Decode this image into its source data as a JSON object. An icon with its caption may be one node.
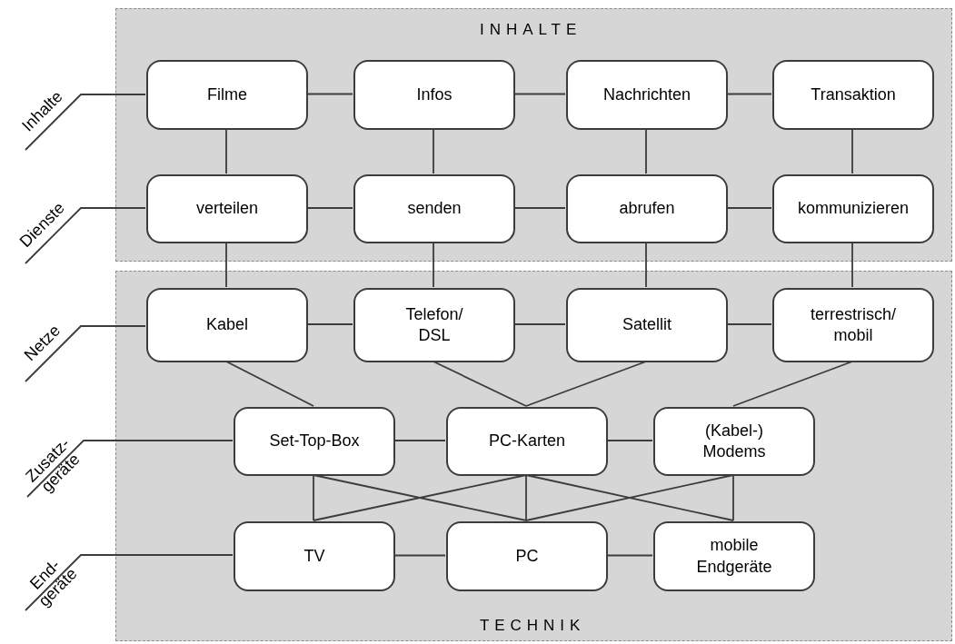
{
  "diagram": {
    "nodes": [
      {
        "text": [
          "INHALTE"
        ]
      },
      {
        "text": [
          "Filme"
        ],
        "in": 0
      },
      {
        "text": [
          "Infos"
        ],
        "in": 0
      },
      {
        "text": [
          "Nachrichten"
        ],
        "in": 0
      },
      {
        "text": [
          "Transaktion"
        ],
        "in": 0
      },
      {
        "text": [
          "verteilen"
        ],
        "in": 0
      },
      {
        "text": [
          "senden"
        ],
        "in": 0
      },
      {
        "text": [
          "abrufen"
        ],
        "in": 0
      },
      {
        "text": [
          "kommunizieren"
        ],
        "in": 0
      },
      {
        "text": [
          "TECHNIK"
        ]
      },
      {
        "text": [
          "Kabel"
        ],
        "in": 9
      },
      {
        "text": [
          "Telefon/ DSL"
        ],
        "in": 9
      },
      {
        "text": [
          "Satellit"
        ],
        "in": 9
      },
      {
        "text": [
          "terrestrisch/ mobil"
        ],
        "in": 9
      },
      {
        "text": [
          "Set-Top-Box"
        ],
        "in": 9
      },
      {
        "text": [
          "PC-Karten"
        ],
        "in": 9
      },
      {
        "text": [
          "(Kabel-) Modems"
        ],
        "in": 9
      },
      {
        "text": [
          "TV"
        ],
        "in": 9
      },
      {
        "text": [
          "PC"
        ],
        "in": 9
      },
      {
        "text": [
          "mobile Endgeräte"
        ],
        "in": 9
      },
      {
        "text": [
          "Inhalte"
        ]
      },
      {
        "text": [
          "Dienste"
        ]
      },
      {
        "text": [
          "Netze"
        ]
      },
      {
        "text": [
          "Zusatz- geräte"
        ]
      },
      {
        "text": [
          "End- geräte"
        ]
      }
    ],
    "edges": [
      {
        "from": 1,
        "to": 2,
        "arrow": "none"
      },
      {
        "from": 2,
        "to": 3,
        "arrow": "none"
      },
      {
        "from": 3,
        "to": 4,
        "arrow": "none"
      },
      {
        "from": 1,
        "to": 5,
        "arrow": "none"
      },
      {
        "from": 2,
        "to": 6,
        "arrow": "none"
      },
      {
        "from": 3,
        "to": 7,
        "arrow": "none"
      },
      {
        "from": 4,
        "to": 8,
        "arrow": "none"
      },
      {
        "from": 5,
        "to": 6,
        "arrow": "none"
      },
      {
        "from": 6,
        "to": 7,
        "arrow": "none"
      },
      {
        "from": 7,
        "to": 8,
        "arrow": "none"
      },
      {
        "from": 5,
        "to": 10,
        "arrow": "none"
      },
      {
        "from": 6,
        "to": 11,
        "arrow": "none"
      },
      {
        "from": 7,
        "to": 12,
        "arrow": "none"
      },
      {
        "from": 8,
        "to": 13,
        "arrow": "none"
      },
      {
        "from": 10,
        "to": 11,
        "arrow": "none"
      },
      {
        "from": 11,
        "to": 12,
        "arrow": "none"
      },
      {
        "from": 12,
        "to": 13,
        "arrow": "none"
      },
      {
        "from": 10,
        "to": 14,
        "arrow": "none"
      },
      {
        "from": 11,
        "to": 15,
        "arrow": "none"
      },
      {
        "from": 12,
        "to": 15,
        "arrow": "none"
      },
      {
        "from": 13,
        "to": 16,
        "arrow": "none"
      },
      {
        "from": 14,
        "to": 15,
        "arrow": "none"
      },
      {
        "from": 15,
        "to": 16,
        "arrow": "none"
      },
      {
        "from": 14,
        "to": 17,
        "arrow": "none"
      },
      {
        "from": 14,
        "to": 18,
        "arrow": "none"
      },
      {
        "from": 15,
        "to": 17,
        "arrow": "none"
      },
      {
        "from": 15,
        "to": 18,
        "arrow": "none"
      },
      {
        "from": 15,
        "to": 19,
        "arrow": "none"
      },
      {
        "from": 16,
        "to": 18,
        "arrow": "none"
      },
      {
        "from": 16,
        "to": 19,
        "arrow": "none"
      },
      {
        "from": 17,
        "to": 18,
        "arrow": "none"
      },
      {
        "from": 18,
        "to": 19,
        "arrow": "none"
      },
      {
        "from": 20,
        "to": 1,
        "arrow": "none"
      },
      {
        "from": 21,
        "to": 5,
        "arrow": "none"
      },
      {
        "from": 22,
        "to": 10,
        "arrow": "none"
      },
      {
        "from": 23,
        "to": 14,
        "arrow": "none"
      },
      {
        "from": 24,
        "to": 17,
        "arrow": "none"
      }
    ]
  }
}
